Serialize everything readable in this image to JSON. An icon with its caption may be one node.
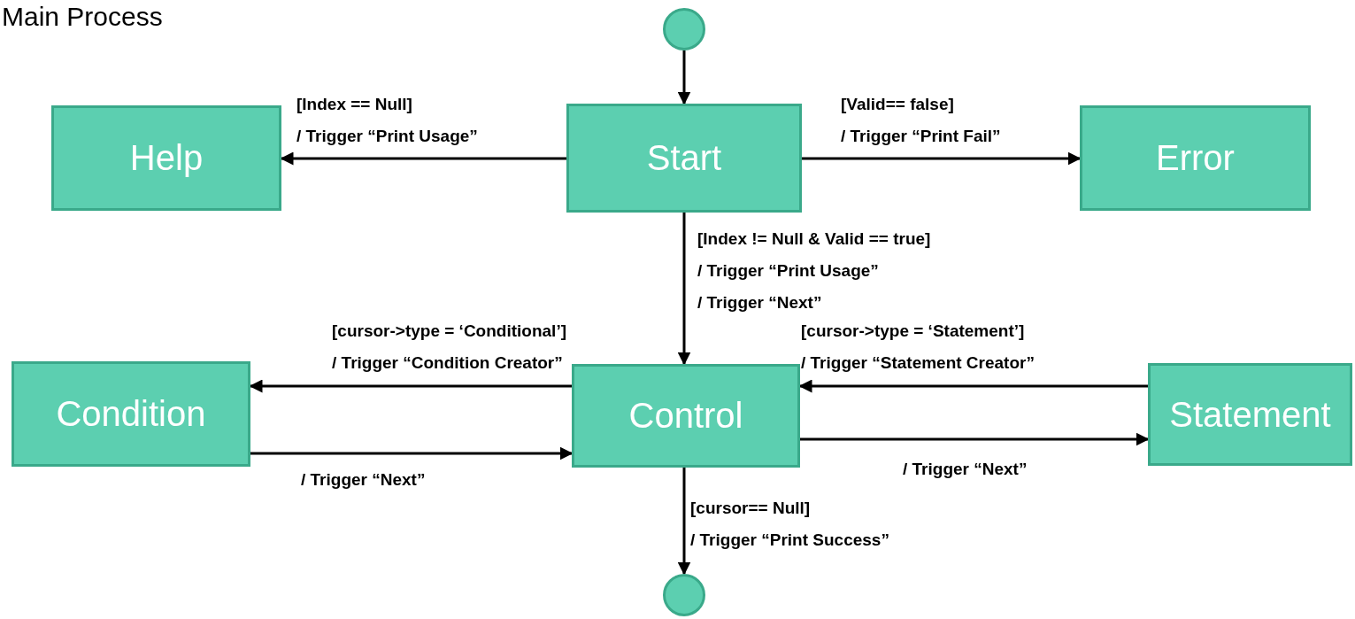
{
  "diagram": {
    "title": "Main Process",
    "nodes": [
      {
        "text": [],
        "shape": "circle"
      },
      {
        "text": [
          "Help"
        ]
      },
      {
        "text": [
          "Start"
        ]
      },
      {
        "text": [
          "Error"
        ]
      },
      {
        "text": [
          "Condition"
        ]
      },
      {
        "text": [
          "Control"
        ]
      },
      {
        "text": [
          "Statement"
        ]
      },
      {
        "text": [],
        "shape": "circle"
      }
    ],
    "edges": [
      {
        "from": 0,
        "to": 2,
        "arrow": "to"
      },
      {
        "from": 2,
        "to": 1,
        "arrow": "to",
        "label": "[Index == Null] / Trigger “Print Usage”"
      },
      {
        "from": 2,
        "to": 3,
        "arrow": "to",
        "label": "[Valid== false] / Trigger “Print Fail”"
      },
      {
        "from": 2,
        "to": 5,
        "arrow": "to",
        "label": "[Index != Null & Valid == true] / Trigger “Print Usage” / Trigger “Next”"
      },
      {
        "from": 5,
        "to": 4,
        "arrow": "to",
        "label": "[cursor->type = ‘Conditional’] / Trigger “Condition Creator”"
      },
      {
        "from": 4,
        "to": 5,
        "arrow": "to",
        "label": "/ Trigger “Next”"
      },
      {
        "from": 6,
        "to": 5,
        "arrow": "to",
        "label": "[cursor->type = ‘Statement’] / Trigger “Statement Creator”"
      },
      {
        "from": 5,
        "to": 6,
        "arrow": "to",
        "label": "/ Trigger “Next”"
      },
      {
        "from": 5,
        "to": 7,
        "arrow": "to",
        "label": "[cursor== Null] / Trigger “Print Success”"
      }
    ]
  }
}
